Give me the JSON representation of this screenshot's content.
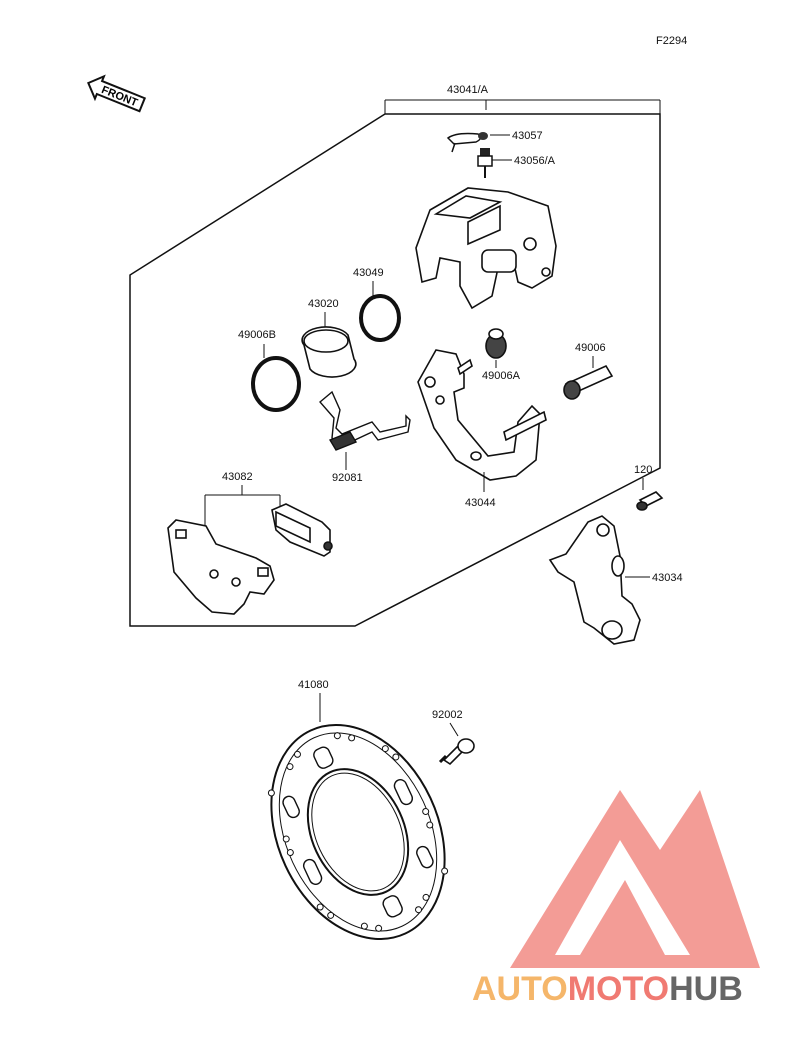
{
  "figure_code": "F2294",
  "front_arrow_label": "FRONT",
  "parts": {
    "assembly": "43041/A",
    "bleeder_cap": "43057",
    "bleeder_valve": "43056/A",
    "seal_a": "43049",
    "piston": "43020",
    "seal_b": "49006B",
    "boot_a": "49006A",
    "pin": "49006",
    "spring": "92081",
    "holder": "43044",
    "pads": "43082",
    "bolt_120": "120",
    "bracket": "43034",
    "disc": "41080",
    "disc_bolt": "92002"
  },
  "watermark": {
    "text_part1": "AUTO",
    "text_part2": "MOTO",
    "text_part3": "HUB",
    "color_orange": "#f5b66a",
    "color_red": "#f07a72",
    "color_gray": "#666666"
  }
}
